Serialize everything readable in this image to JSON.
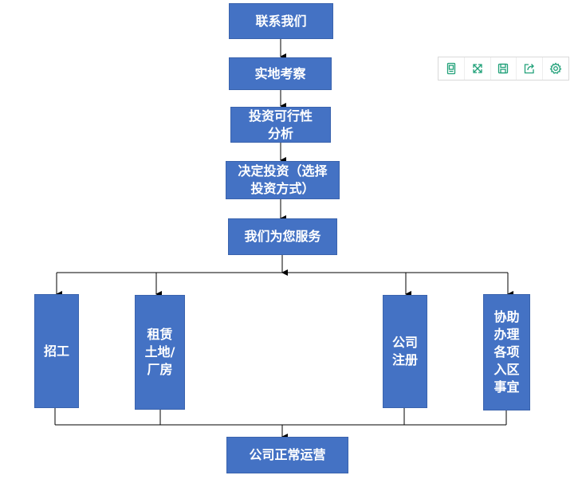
{
  "flow": {
    "contact": "联系我们",
    "survey": "实地考察",
    "feasibility": [
      "投资可行性",
      "分析"
    ],
    "decision": [
      "决定投资（选择",
      "投资方式）"
    ],
    "service": "我们为您服务",
    "recruit": "招工",
    "lease": [
      "租赁",
      "土地/",
      "厂房"
    ],
    "register": [
      "公司",
      "注册"
    ],
    "assist": [
      "协助",
      "办理",
      "各项",
      "入区",
      "事宜"
    ],
    "operate": "公司正常运营"
  },
  "toolbar": {
    "icons": [
      "view-data-icon",
      "expand-icon",
      "save-icon",
      "share-icon",
      "settings-icon"
    ],
    "accent": "#21a179"
  },
  "colors": {
    "box": "#4472c4",
    "line": "#000000"
  }
}
